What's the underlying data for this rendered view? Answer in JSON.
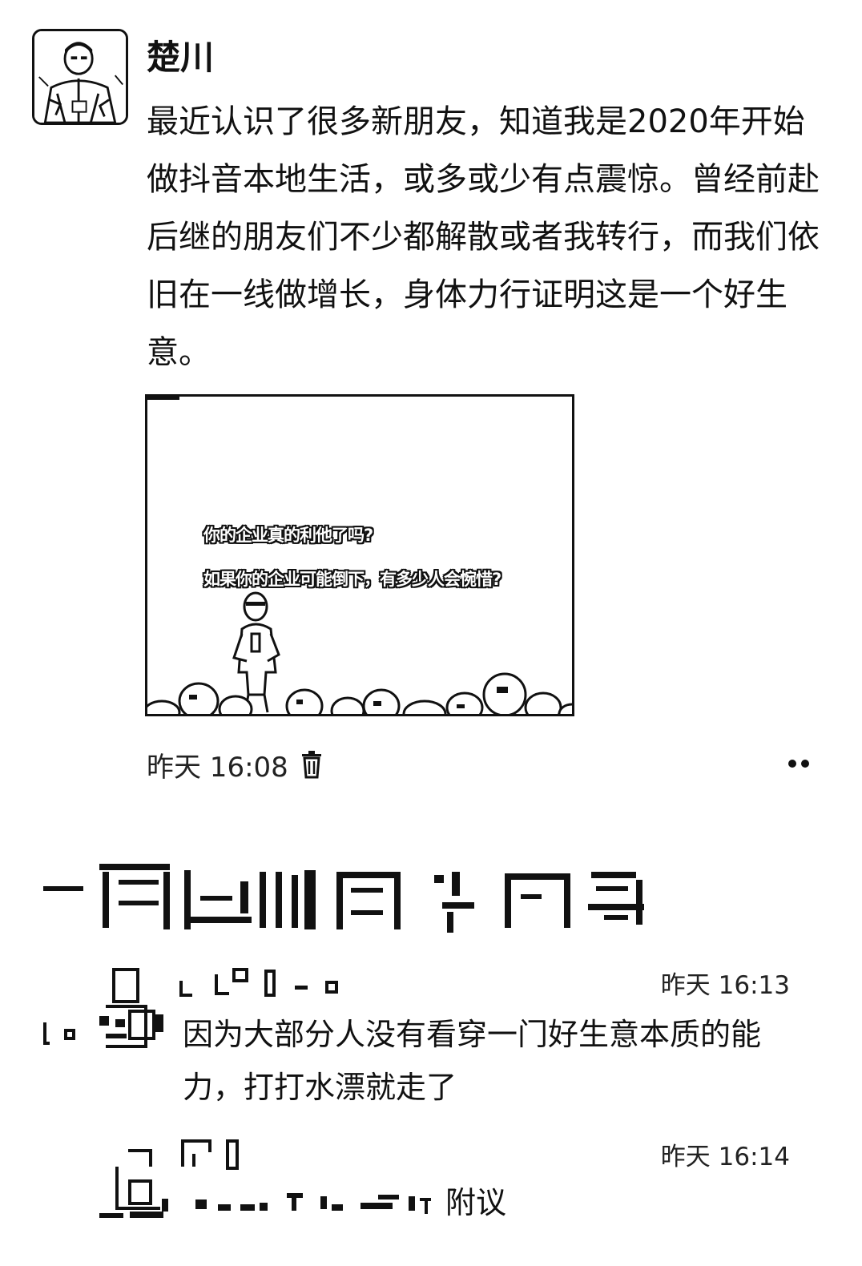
{
  "post": {
    "author": "楚川",
    "text": "最近认识了很多新朋友，知道我是2020年开始做抖音本地生活，或多或少有点震惊。曾经前赴后继的朋友们不少都解散或者我转行，而我们依旧在一线做增长，身体力行证明这是一个好生意。",
    "image": {
      "caption_line_1": "你的企业真的利他了吗?",
      "caption_line_2": "如果你的企业可能倒下，有多少人会惋惜?"
    },
    "time": "昨天 16:08",
    "delete_icon": "trash-icon",
    "more_icon": "more-dots-icon"
  },
  "comments": [
    {
      "time": "昨天 16:13",
      "text": "因为大部分人没有看穿一门好生意本质的能力，打打水漂就走了"
    },
    {
      "time": "昨天 16:14",
      "text_tail": "附议"
    }
  ]
}
